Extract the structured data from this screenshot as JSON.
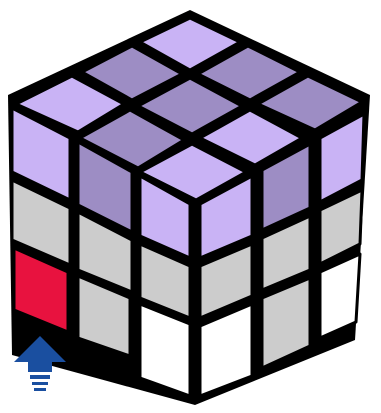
{
  "puzzle": {
    "colors": {
      "purple_light": "#c9b3f5",
      "purple_dark": "#9d8dc4",
      "gray": "#cccccc",
      "white": "#ffffff",
      "red": "#e8123f",
      "outline": "#000000",
      "arrow": "#1a4fa0"
    },
    "top_face": [
      [
        "purple_light",
        "purple_dark",
        "purple_dark"
      ],
      [
        "purple_dark",
        "purple_dark",
        "purple_light"
      ],
      [
        "purple_light",
        "purple_dark",
        "purple_light"
      ]
    ],
    "left_face": [
      [
        "purple_light",
        "purple_dark",
        "purple_light"
      ],
      [
        "gray",
        "gray",
        "gray"
      ],
      [
        "red",
        "gray",
        "white"
      ]
    ],
    "right_face": [
      [
        "purple_light",
        "purple_dark",
        "purple_light"
      ],
      [
        "gray",
        "gray",
        "gray"
      ],
      [
        "white",
        "gray",
        "white"
      ]
    ],
    "arrow_icon": "arrow-up-icon"
  }
}
